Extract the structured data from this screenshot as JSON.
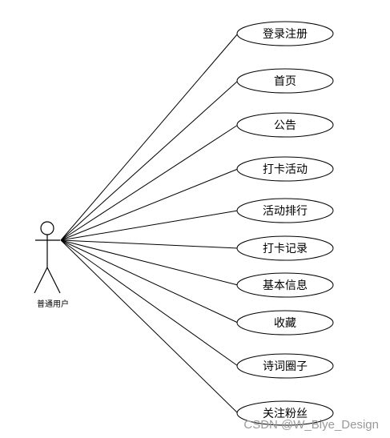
{
  "actor": {
    "name": "普通用户"
  },
  "use_cases": [
    {
      "label": "登录注册"
    },
    {
      "label": "首页"
    },
    {
      "label": "公告"
    },
    {
      "label": "打卡活动"
    },
    {
      "label": "活动排行"
    },
    {
      "label": "打卡记录"
    },
    {
      "label": "基本信息"
    },
    {
      "label": "收藏"
    },
    {
      "label": "诗词圈子"
    },
    {
      "label": "关注粉丝"
    }
  ],
  "watermark": "CSDN @W_Biye_Design",
  "colors": {
    "stroke": "#000000",
    "background": "#ffffff",
    "watermark": "#9a9a9a"
  }
}
